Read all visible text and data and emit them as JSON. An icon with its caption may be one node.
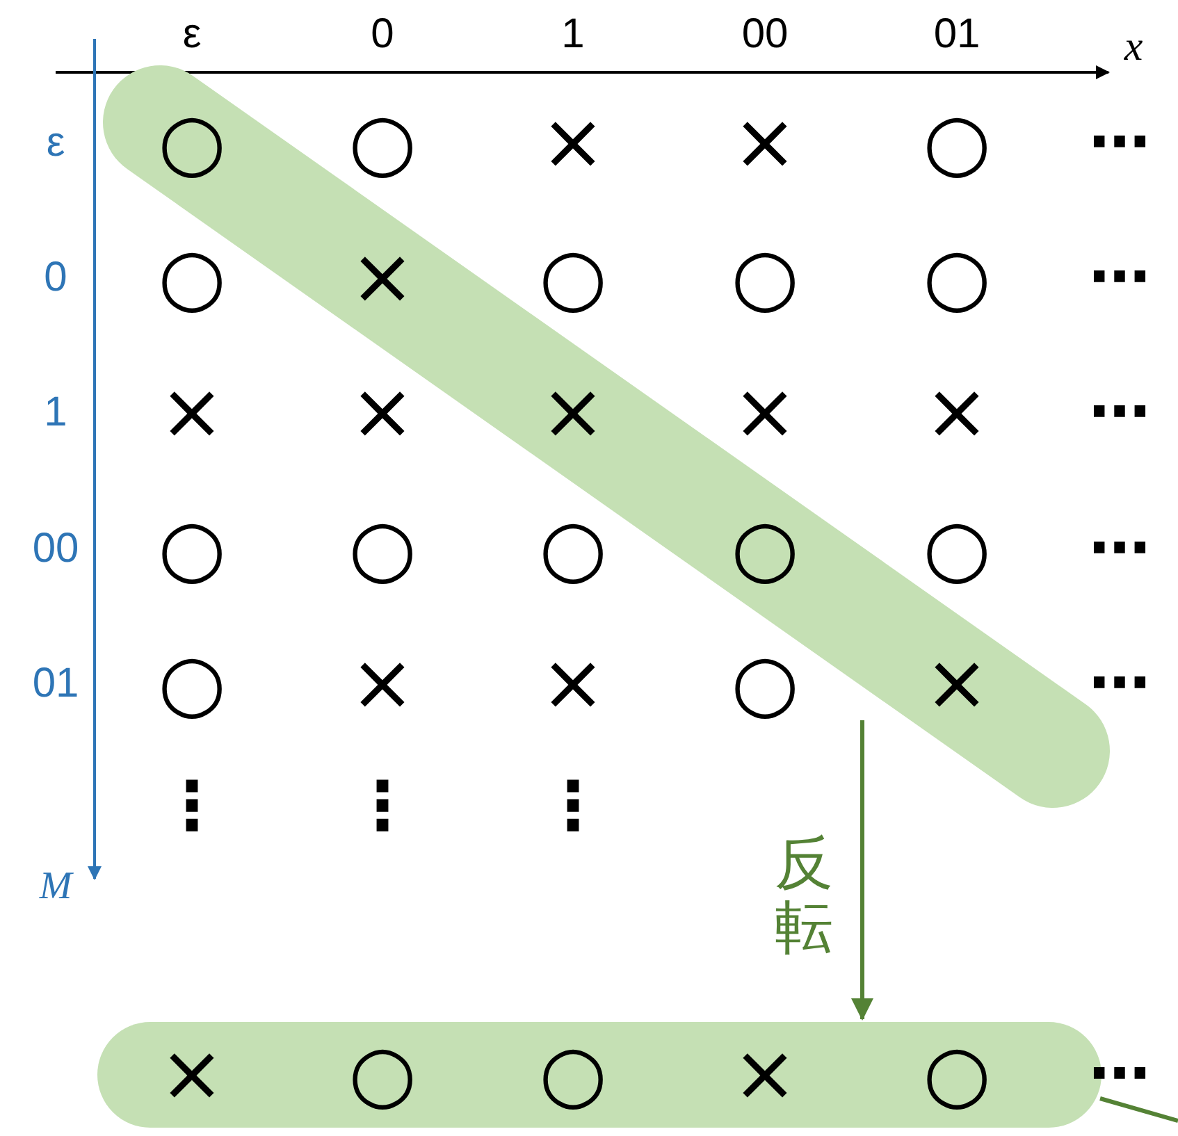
{
  "diagram": {
    "nodes": [
      {
        "text": [],
        "shape": "bar"
      },
      {
        "text": [
          "×",
          "○",
          "○",
          "×",
          "○",
          "⋯"
        ]
      }
    ],
    "edges": [
      {
        "from": 0,
        "to": 1,
        "arrow": "to",
        "label": "反転",
        "color": "#548235"
      },
      {
        "from": 1,
        "to": null,
        "arrow": "none",
        "color": "#548235"
      }
    ],
    "labels": [
      "ε",
      "0",
      "1",
      "00",
      "01",
      "x",
      "ε",
      "0",
      "1",
      "00",
      "01",
      "M",
      "○",
      "○",
      "×",
      "×",
      "○",
      "⋯",
      "○",
      "×",
      "○",
      "○",
      "○",
      "⋯",
      "×",
      "×",
      "×",
      "×",
      "×",
      "⋯",
      "○",
      "○",
      "○",
      "○",
      "○",
      "⋯",
      "○",
      "×",
      "×",
      "○",
      "×",
      "⋯",
      "⋮",
      "⋮",
      "⋮"
    ]
  }
}
